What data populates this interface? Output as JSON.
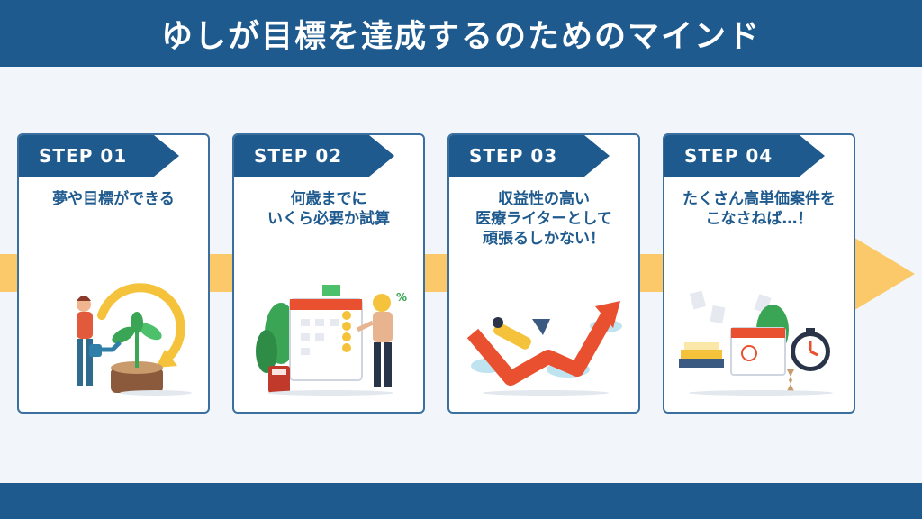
{
  "header": {
    "title": "ゆしが目標を達成するのためのマインド"
  },
  "steps": [
    {
      "label": "STEP 01",
      "text": "夢や目標ができる"
    },
    {
      "label": "STEP 02",
      "text": "何歳までに\nいくら必要か試算"
    },
    {
      "label": "STEP 03",
      "text": "収益性の高い\n医療ライターとして\n頑張るしかない！"
    },
    {
      "label": "STEP 04",
      "text": "たくさん高単価案件を\nこなさねば…！"
    }
  ],
  "illustration_symbols": {
    "percent": "%"
  },
  "colors": {
    "navy": "#1f5a8e",
    "arrow_band": "#fbc96a",
    "growth_arrow": "#e9502f",
    "plant": "#3aa655"
  }
}
